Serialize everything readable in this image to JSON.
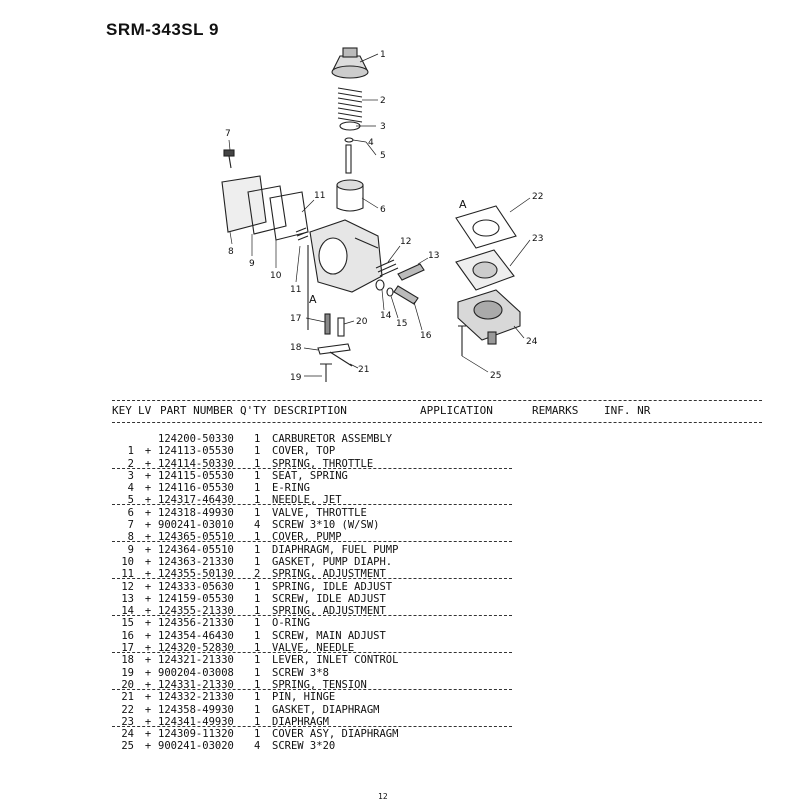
{
  "page": {
    "title": "SRM-343SL 9",
    "page_number": "12"
  },
  "diagram": {
    "callouts": [
      "1",
      "2",
      "3",
      "4",
      "5",
      "6",
      "7",
      "8",
      "9",
      "10",
      "11",
      "11",
      "12",
      "13",
      "14",
      "15",
      "16",
      "17",
      "18",
      "19",
      "20",
      "21",
      "22",
      "23",
      "24",
      "25"
    ],
    "ref_labels": [
      "A",
      "A"
    ]
  },
  "table": {
    "headers": {
      "key": "KEY",
      "lv": "LV",
      "part": "PART NUMBER",
      "qty": "Q'TY",
      "desc": "DESCRIPTION",
      "application": "APPLICATION",
      "remarks": "REMARKS",
      "inf": "INF. NR"
    },
    "rows": [
      {
        "key": "",
        "lv": "",
        "part": "124200-50330",
        "qty": "1",
        "desc": "CARBURETOR ASSEMBLY",
        "sep": false
      },
      {
        "key": "1",
        "lv": "+",
        "part": "124113-05530",
        "qty": "1",
        "desc": "COVER, TOP",
        "sep": false
      },
      {
        "key": "2",
        "lv": "+",
        "part": "124114-50330",
        "qty": "1",
        "desc": "SPRING, THROTTLE",
        "sep": true
      },
      {
        "key": "3",
        "lv": "+",
        "part": "124115-05530",
        "qty": "1",
        "desc": "SEAT, SPRING",
        "sep": false
      },
      {
        "key": "4",
        "lv": "+",
        "part": "124116-05530",
        "qty": "1",
        "desc": "E-RING",
        "sep": false
      },
      {
        "key": "5",
        "lv": "+",
        "part": "124317-46430",
        "qty": "1",
        "desc": "NEEDLE, JET",
        "sep": true
      },
      {
        "key": "6",
        "lv": "+",
        "part": "124318-49930",
        "qty": "1",
        "desc": "VALVE, THROTTLE",
        "sep": false
      },
      {
        "key": "7",
        "lv": "+",
        "part": "900241-03010",
        "qty": "4",
        "desc": "SCREW 3*10 (W/SW)",
        "sep": false
      },
      {
        "key": "8",
        "lv": "+",
        "part": "124365-05510",
        "qty": "1",
        "desc": "COVER, PUMP",
        "sep": true
      },
      {
        "key": "9",
        "lv": "+",
        "part": "124364-05510",
        "qty": "1",
        "desc": "DIAPHRAGM, FUEL PUMP",
        "sep": false
      },
      {
        "key": "10",
        "lv": "+",
        "part": "124363-21330",
        "qty": "1",
        "desc": "GASKET, PUMP DIAPH.",
        "sep": false
      },
      {
        "key": "11",
        "lv": "+",
        "part": "124355-50130",
        "qty": "2",
        "desc": "SPRING, ADJUSTMENT",
        "sep": true
      },
      {
        "key": "12",
        "lv": "+",
        "part": "124333-05630",
        "qty": "1",
        "desc": "SPRING, IDLE ADJUST",
        "sep": false
      },
      {
        "key": "13",
        "lv": "+",
        "part": "124159-05530",
        "qty": "1",
        "desc": "SCREW, IDLE ADJUST",
        "sep": false
      },
      {
        "key": "14",
        "lv": "+",
        "part": "124355-21330",
        "qty": "1",
        "desc": "SPRING, ADJUSTMENT",
        "sep": true
      },
      {
        "key": "15",
        "lv": "+",
        "part": "124356-21330",
        "qty": "1",
        "desc": "O-RING",
        "sep": false
      },
      {
        "key": "16",
        "lv": "+",
        "part": "124354-46430",
        "qty": "1",
        "desc": "SCREW, MAIN ADJUST",
        "sep": false
      },
      {
        "key": "17",
        "lv": "+",
        "part": "124320-52830",
        "qty": "1",
        "desc": "VALVE, NEEDLE",
        "sep": true
      },
      {
        "key": "18",
        "lv": "+",
        "part": "124321-21330",
        "qty": "1",
        "desc": "LEVER, INLET CONTROL",
        "sep": false
      },
      {
        "key": "19",
        "lv": "+",
        "part": "900204-03008",
        "qty": "1",
        "desc": "SCREW 3*8",
        "sep": false
      },
      {
        "key": "20",
        "lv": "+",
        "part": "124331-21330",
        "qty": "1",
        "desc": "SPRING, TENSION",
        "sep": true
      },
      {
        "key": "21",
        "lv": "+",
        "part": "124332-21330",
        "qty": "1",
        "desc": "PIN, HINGE",
        "sep": false
      },
      {
        "key": "22",
        "lv": "+",
        "part": "124358-49930",
        "qty": "1",
        "desc": "GASKET, DIAPHRAGM",
        "sep": false
      },
      {
        "key": "23",
        "lv": "+",
        "part": "124341-49930",
        "qty": "1",
        "desc": "DIAPHRAGM",
        "sep": true
      },
      {
        "key": "24",
        "lv": "+",
        "part": "124309-11320",
        "qty": "1",
        "desc": "COVER ASY, DIAPHRAGM",
        "sep": false
      },
      {
        "key": "25",
        "lv": "+",
        "part": "900241-03020",
        "qty": "4",
        "desc": "SCREW 3*20",
        "sep": false
      }
    ]
  }
}
